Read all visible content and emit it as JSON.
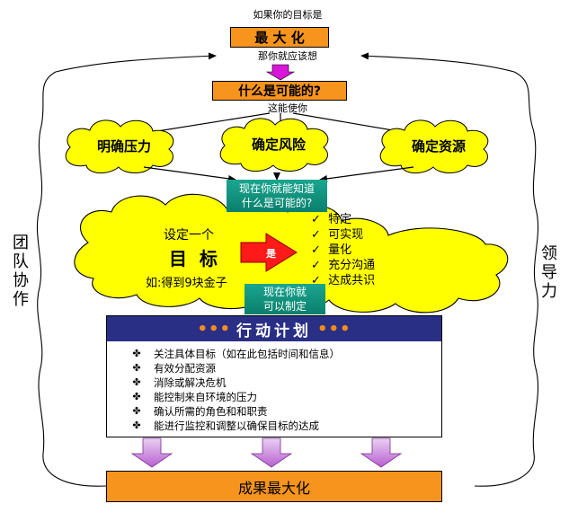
{
  "top": {
    "intro": "如果你的目标是",
    "maximize": "最 大 化",
    "then": "那你就应该想",
    "possible": "什么是可能的?",
    "enables": "这能使你"
  },
  "clouds": [
    {
      "label": "明确压力"
    },
    {
      "label": "确定风险"
    },
    {
      "label": "确定资源"
    }
  ],
  "know_box": {
    "line1": "现在你就能知道",
    "line2": "什么是可能的?"
  },
  "goal_cloud": {
    "set": "设定一个",
    "goal": "目  标",
    "example": "如:得到9块金子",
    "arrow_label": "是"
  },
  "criteria": [
    "特定",
    "可实现",
    "量化",
    "充分沟通",
    "达成共识"
  ],
  "plan_box": {
    "line1": "现在你就",
    "line2": "可以制定"
  },
  "action_plan": {
    "title": "行动计划",
    "dots_left": "•••",
    "dots_right": "•••",
    "items": [
      "关注具体目标（如在此包括时间和信息）",
      "有效分配资源",
      "消除或解决危机",
      "能控制来自环境的压力",
      "确认所需的角色和和职责",
      "能进行监控和调整以确保目标的达成"
    ]
  },
  "result": "成果最大化",
  "side_left": [
    "团",
    "队",
    "协",
    "作"
  ],
  "side_right": [
    "领",
    "导",
    "力"
  ],
  "colors": {
    "orange": "#f7941d",
    "cloud_yellow": "#ffff00",
    "teal": "#1aa68f",
    "navy": "#2a2f86",
    "purple_arrow": "#c06ad6",
    "red_arrow": "#ff1a1a"
  },
  "icons": {
    "bullet": "✤",
    "check": "✓"
  }
}
